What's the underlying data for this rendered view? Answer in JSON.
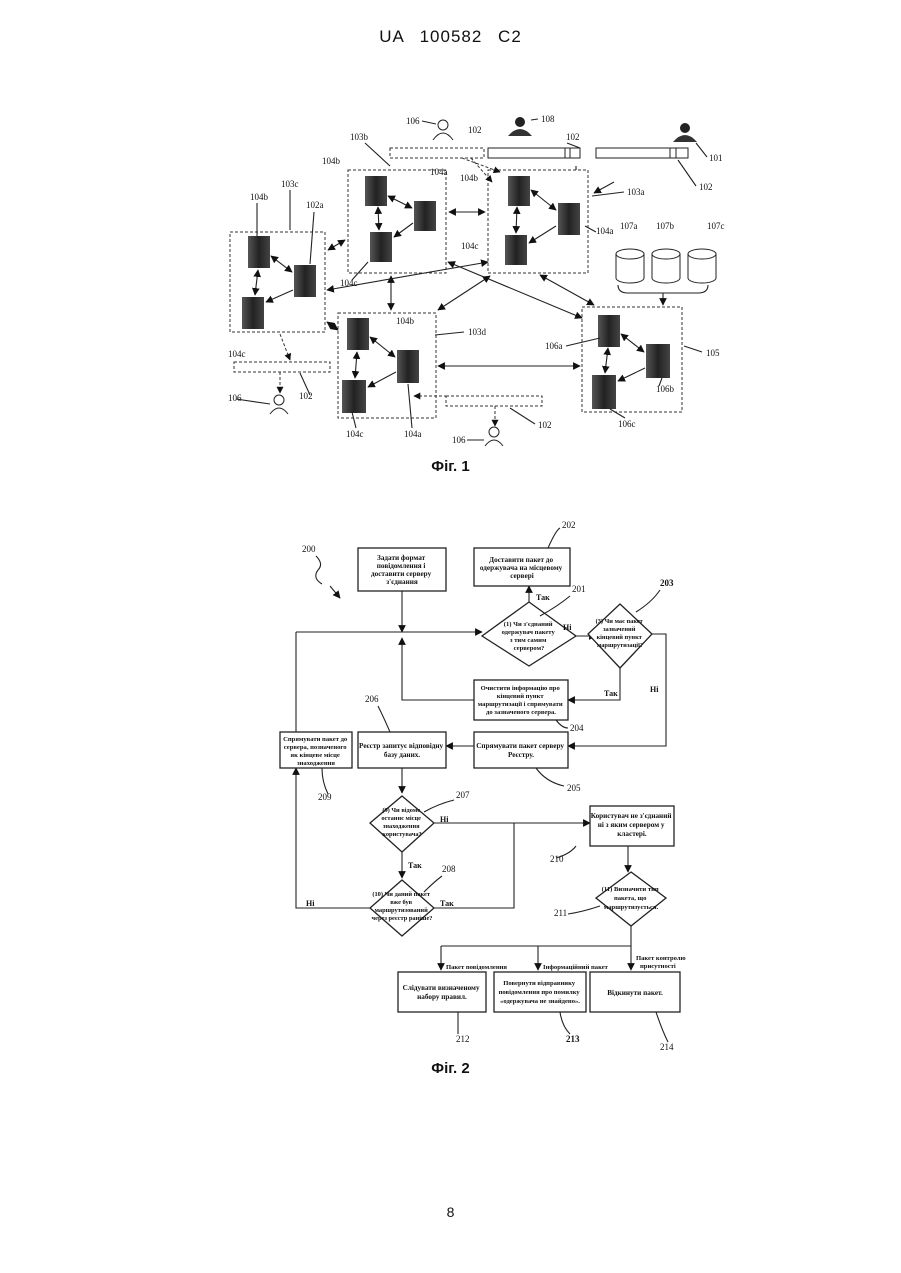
{
  "header": "UA   100582   C2",
  "fig1": {
    "caption": "Фіг. 1",
    "labels": {
      "l106_top": "106",
      "l102_top1": "102",
      "l108_top": "108",
      "l102_top2": "102",
      "l101": "101",
      "l102_right": "102",
      "l103b": "103b",
      "l104b_tl": "104b",
      "l104a_tl": "104a",
      "l104b_tr": "104b",
      "l103a": "103a",
      "l104c_top": "104c",
      "l104a_tr": "104a",
      "l104c_tm": "104c",
      "l103c": "103c",
      "l104b_left": "104b",
      "l102a": "102a",
      "l107a": "107a",
      "l107b": "107b",
      "l107c": "107c",
      "l104b_mid": "104b",
      "l103d": "103d",
      "l105": "105",
      "l106a": "106a",
      "l104c_left": "104c",
      "l106b": "106b",
      "l106_left": "106",
      "l102_left": "102",
      "l104c_bot": "104c",
      "l104a_bot": "104a",
      "l102_bot": "102",
      "l106c": "106c",
      "l106_bot": "106"
    }
  },
  "fig2": {
    "caption": "Фіг. 2",
    "labels": {
      "n200": "200",
      "n202": "202",
      "n201": "201",
      "n203": "203",
      "n204": "204",
      "n206": "206",
      "n205": "205",
      "n209": "209",
      "n207": "207",
      "n210": "210",
      "n208": "208",
      "n211": "211",
      "n212": "212",
      "n213": "213",
      "n214": "214"
    },
    "boxes": {
      "b_start": [
        "Задати формат",
        "повідомлення і",
        "доставити серверу",
        "з'єднання"
      ],
      "b202": [
        "Доставити пакет до",
        "одержувача на місцевому",
        "сервері"
      ],
      "d201": [
        "(1) Чи з'єднаний",
        "одержувач пакету",
        "з тим самим",
        "сервером?"
      ],
      "d203": [
        "(3) Чи має пакет",
        "зазначений",
        "кінцевий пункт",
        "маршрутизації?"
      ],
      "b204": [
        "Очистити інформацію про",
        "кінцевий пункт",
        "маршрутизації і спрямувати",
        "до зазначеного сервера."
      ],
      "b209": [
        "Спрямувати пакет до",
        "сервера, позначеного",
        "як кінцеве місце",
        "знаходження"
      ],
      "b206": [
        "Реєстр запитує відповідну",
        "базу даних."
      ],
      "b205": [
        "Спрямувати пакет серверу",
        "Реєстру."
      ],
      "d207": [
        "(9) Чи відоме",
        "останнє місце",
        "знаходження",
        "користувача?"
      ],
      "b210": [
        "Користувач не з'єднаний",
        "ні з яким сервером у",
        "кластері."
      ],
      "d208": [
        "(10) Чи даний пакет",
        "вже був",
        "маршрутизований",
        "через реєстр раніше?"
      ],
      "d211": [
        "(11) Визначити тип",
        "пакета, що",
        "маршрутизується."
      ],
      "b212": [
        "Слідувати визначеному",
        "набору правил."
      ],
      "b213": [
        "Повернути відправнику",
        "повідомлення про помилку",
        "«одержувача не знайдено»."
      ],
      "b214": [
        "Відкинути пакет."
      ]
    },
    "edges": {
      "yes201": "Так",
      "no201": "Ні",
      "yes203": "Так",
      "no203": "Ні",
      "no207": "Ні",
      "yes207": "Так",
      "no208": "Ні",
      "yes208": "Так",
      "e_msg": "Пакет повідомлення",
      "e_info": "Інформаційний пакет",
      "e_ctrl1": "Пакет контролю",
      "e_ctrl2": "присутності"
    }
  },
  "page_number": "8"
}
